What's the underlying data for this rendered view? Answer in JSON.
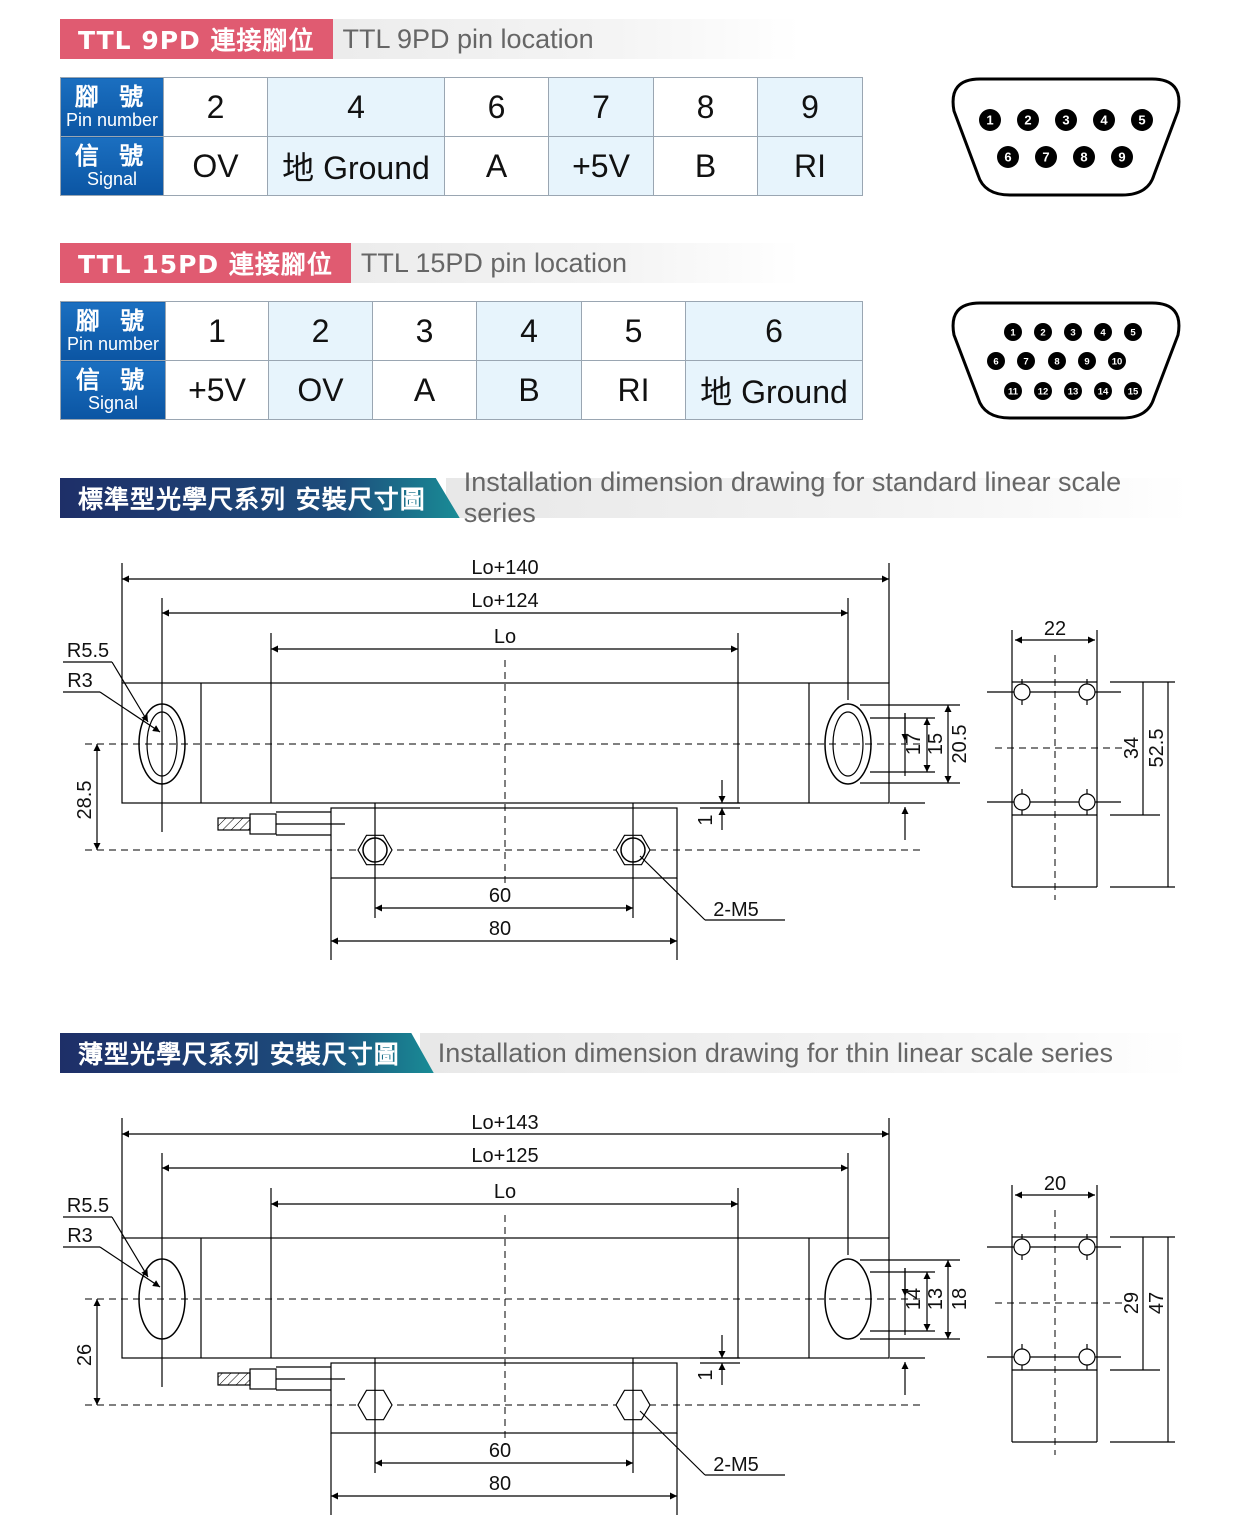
{
  "ttl9": {
    "title_zh": "TTL 9PD 連接腳位",
    "title_en": "TTL 9PD pin location",
    "pin_label_zh": "腳 號",
    "pin_label_en": "Pin number",
    "signal_label_zh": "信 號",
    "signal_label_en": "Signal",
    "pins": [
      "2",
      "4",
      "6",
      "7",
      "8",
      "9"
    ],
    "signals": [
      "OV",
      "地 Ground",
      "A",
      "+5V",
      "B",
      "RI"
    ],
    "connector_pins": [
      "1",
      "2",
      "3",
      "4",
      "5",
      "6",
      "7",
      "8",
      "9"
    ]
  },
  "ttl15": {
    "title_zh": "TTL 15PD 連接腳位",
    "title_en": "TTL 15PD pin location",
    "pin_label_zh": "腳 號",
    "pin_label_en": "Pin number",
    "signal_label_zh": "信 號",
    "signal_label_en": "Signal",
    "pins": [
      "1",
      "2",
      "3",
      "4",
      "5",
      "6"
    ],
    "signals": [
      "+5V",
      "OV",
      "A",
      "B",
      "RI",
      "地 Ground"
    ],
    "connector_pins": [
      "1",
      "2",
      "3",
      "4",
      "5",
      "6",
      "7",
      "8",
      "9",
      "10",
      "11",
      "12",
      "13",
      "14",
      "15"
    ]
  },
  "standard": {
    "title_zh": "標準型光學尺系列 安裝尺寸圖",
    "title_en": "Installation dimension drawing for standard linear scale series",
    "labels": {
      "overall": "Lo+140",
      "holes": "Lo+124",
      "lo": "Lo",
      "r1": "R5.5",
      "r2": "R3",
      "height": "28.5",
      "gap": "1",
      "d60": "60",
      "d80": "80",
      "screw": "2-M5",
      "h1": "17",
      "h2": "15",
      "h3": "20.5",
      "width": "22",
      "s1": "34",
      "s2": "52.5"
    }
  },
  "thin": {
    "title_zh": "薄型光學尺系列 安裝尺寸圖",
    "title_en": "Installation dimension drawing for thin linear scale series",
    "labels": {
      "overall": "Lo+143",
      "holes": "Lo+125",
      "lo": "Lo",
      "r1": "R5.5",
      "r2": "R3",
      "height": "26",
      "gap": "1",
      "d60": "60",
      "d80": "80",
      "screw": "2-M5",
      "h1": "14",
      "h2": "13",
      "h3": "18",
      "width": "20",
      "s1": "29",
      "s2": "47"
    }
  },
  "colors": {
    "pink": "#e05b71",
    "blue": "#0b55a3",
    "navy": "#1e2f68",
    "cell_blue": "#e7f4fc"
  }
}
